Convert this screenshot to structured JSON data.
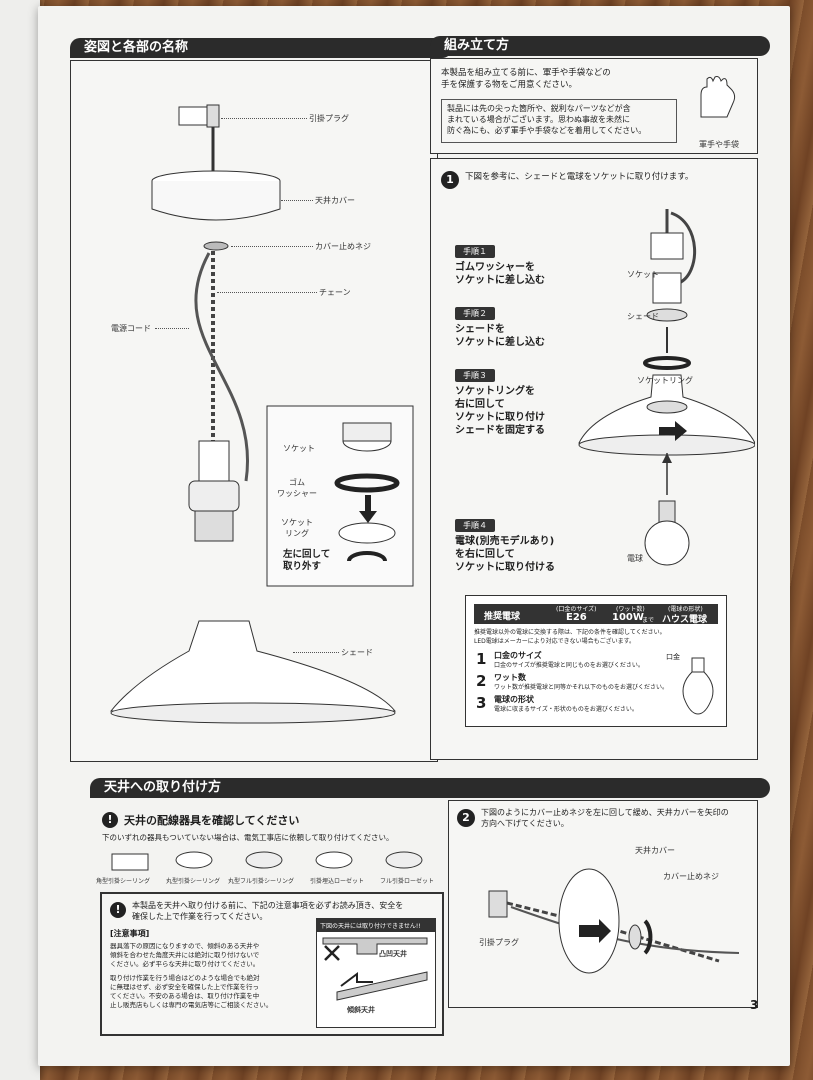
{
  "sections": {
    "parts_title": "姿図と各部の名称",
    "assembly_title": "組み立て方",
    "ceiling_title": "天井への取り付け方"
  },
  "parts": {
    "plug": "引掛プラグ",
    "canopy": "天井カバー",
    "screw": "カバー止めネジ",
    "chain": "チェーン",
    "cord": "電源コード",
    "socket": "ソケット",
    "washer": "ゴム\nワッシャー",
    "ring": "ソケット\nリング",
    "remove": "左に回して\n取り外す",
    "shade": "シェード"
  },
  "assembly": {
    "intro": "本製品を組み立てる前に、軍手や手袋などの\n手を保護する物をご用意ください。",
    "caution": "製品には先の尖った箇所や、鋭利なパーツなどが含\nまれている場合がございます。思わぬ事故を未然に\n防ぐ為にも、必ず軍手や手袋などを着用してください。",
    "gloves": "軍手や手袋",
    "step1_no": "1",
    "step1_text": "下図を参考に、シェードと電球をソケットに取り付けます。",
    "steps": [
      {
        "tag": "手順１",
        "text": "ゴムワッシャーを\nソケットに差し込む"
      },
      {
        "tag": "手順２",
        "text": "シェードを\nソケットに差し込む"
      },
      {
        "tag": "手順３",
        "text": "ソケットリングを\n右に回して\nソケットに取り付け\nシェードを固定する"
      },
      {
        "tag": "手順４",
        "text": "電球(別売モデルあり)\nを右に回して\nソケットに取り付ける"
      }
    ],
    "diagram_labels": {
      "socket": "ソケット",
      "shade": "シェード",
      "ring": "ソケットリング",
      "bulb": "電球"
    }
  },
  "bulb": {
    "label": "推奨電球",
    "base_head": "(口金のサイズ)",
    "base": "E26",
    "watt_head": "(ワット数)",
    "watt": "100W",
    "watt_suffix": "まで",
    "shape_head": "(電球の形状)",
    "shape": "ハウス電球",
    "note": "推奨電球以外の電球に交換する際は、下記の条件を確認してください。\nLED電球はメーカーにより対応できない場合もございます。",
    "base_icon": "口金",
    "items": [
      {
        "no": "1",
        "title": "口金のサイズ",
        "desc": "口金のサイズが推奨電球と同じものをお選びください。"
      },
      {
        "no": "2",
        "title": "ワット数",
        "desc": "ワット数が推奨電球と同等かそれ以下のものをお選びください。"
      },
      {
        "no": "3",
        "title": "電球の形状",
        "desc": "電球に収まるサイズ・形状のものをお選びください。"
      }
    ]
  },
  "ceiling": {
    "check_title": "天井の配線器具を確認してください",
    "check_note": "下のいずれの器具もついていない場合は、電気工事店に依頼して取り付けてください。",
    "fixtures": [
      "角型引掛シーリング",
      "丸型引掛シーリング",
      "丸型フル引掛シーリング",
      "引掛埋込ローゼット",
      "フル引掛ローゼット"
    ],
    "warn_title": "本製品を天井へ取り付ける前に、下記の注意事項を必ずお読み頂き、安全を\n確保した上で作業を行ってください。",
    "notes_head": "[注意事項]",
    "note1": "器具落下の原因になりますので、傾斜のある天井や\n傾斜を合わせた角度天井には絶対に取り付けないで\nください。必ず平らな天井に取り付けてください。",
    "note2": "取り付け作業を行う場合はどのような場合でも絶対\nに無理はせず、必ず安全を確保した上で作業を行っ\nてください。不安のある場合は、取り付け作業を中\n止し販売店もしくは専門の電気店等にご相談ください。",
    "ng_title": "下図の天井には取り付けできません!!",
    "ng1": "凸凹天井",
    "ng2": "傾斜天井",
    "step2_no": "2",
    "step2_text": "下図のようにカバー止めネジを左に回して緩め、天井カバーを矢印の\n方向へ下げてください。",
    "d_canopy": "天井カバー",
    "d_screw": "カバー止めネジ",
    "d_plug": "引掛プラグ"
  },
  "page_number": "3"
}
